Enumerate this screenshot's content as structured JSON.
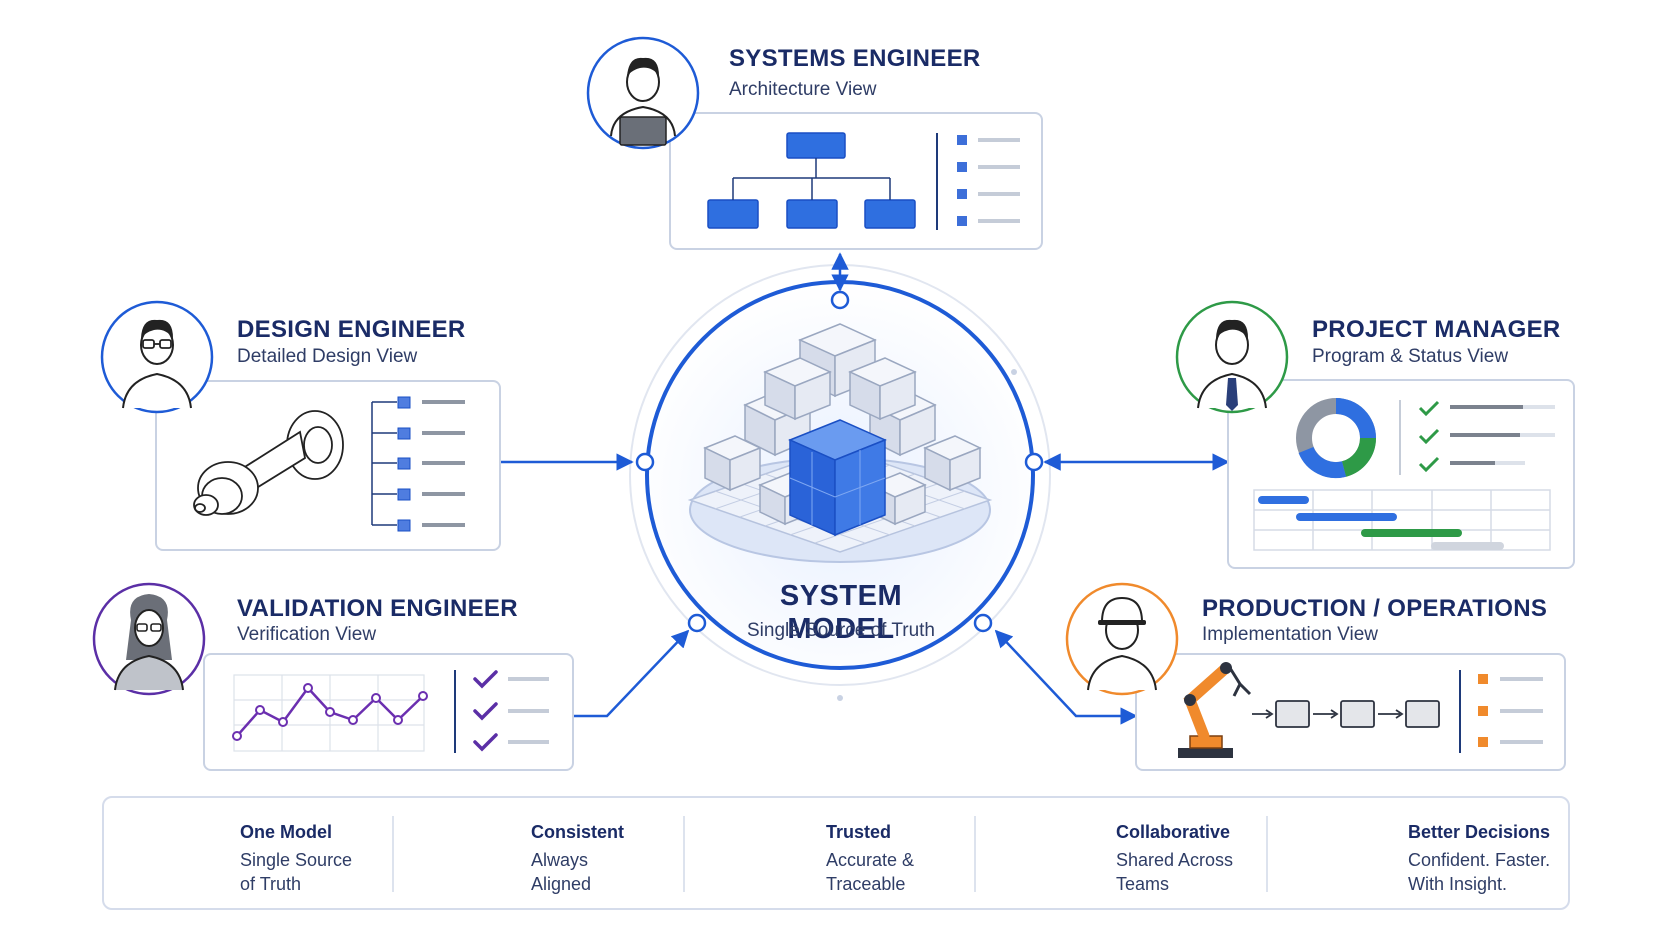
{
  "center": {
    "title": "SYSTEM MODEL",
    "subtitle": "Single Source of Truth"
  },
  "roles": {
    "systems": {
      "title": "SYSTEMS ENGINEER",
      "subtitle": "Architecture View",
      "icon": "laptop-user-avatar",
      "color": "#1e5bd6"
    },
    "design": {
      "title": "DESIGN ENGINEER",
      "subtitle": "Detailed Design View",
      "icon": "glasses-user-avatar",
      "color": "#1e5bd6"
    },
    "project": {
      "title": "PROJECT MANAGER",
      "subtitle": "Program & Status View",
      "icon": "suit-user-avatar",
      "color": "#2e9a47"
    },
    "validation": {
      "title": "VALIDATION ENGINEER",
      "subtitle": "Verification View",
      "icon": "female-user-avatar",
      "color": "#5b2fa6"
    },
    "production": {
      "title": "PRODUCTION / OPERATIONS",
      "subtitle": "Implementation View",
      "icon": "hardhat-user-avatar",
      "color": "#f08a2c"
    }
  },
  "benefits": [
    {
      "title": "One Model",
      "line1": "Single Source",
      "line2": "of Truth",
      "icon": "target-icon"
    },
    {
      "title": "Consistent",
      "line1": "Always",
      "line2": "Aligned",
      "icon": "link-icon"
    },
    {
      "title": "Trusted",
      "line1": "Accurate &",
      "line2": "Traceable",
      "icon": "shield-check-icon"
    },
    {
      "title": "Collaborative",
      "line1": "Shared Across",
      "line2": "Teams",
      "icon": "team-icon"
    },
    {
      "title": "Better Decisions",
      "line1": "Confident. Faster.",
      "line2": "With Insight.",
      "icon": "growth-chart-icon"
    }
  ],
  "colors": {
    "primary": "#1e5bd6",
    "navy": "#1a2b66",
    "green": "#2e9a47",
    "purple": "#5b2fa6",
    "orange": "#f08a2c",
    "gray": "#8e96a3"
  }
}
